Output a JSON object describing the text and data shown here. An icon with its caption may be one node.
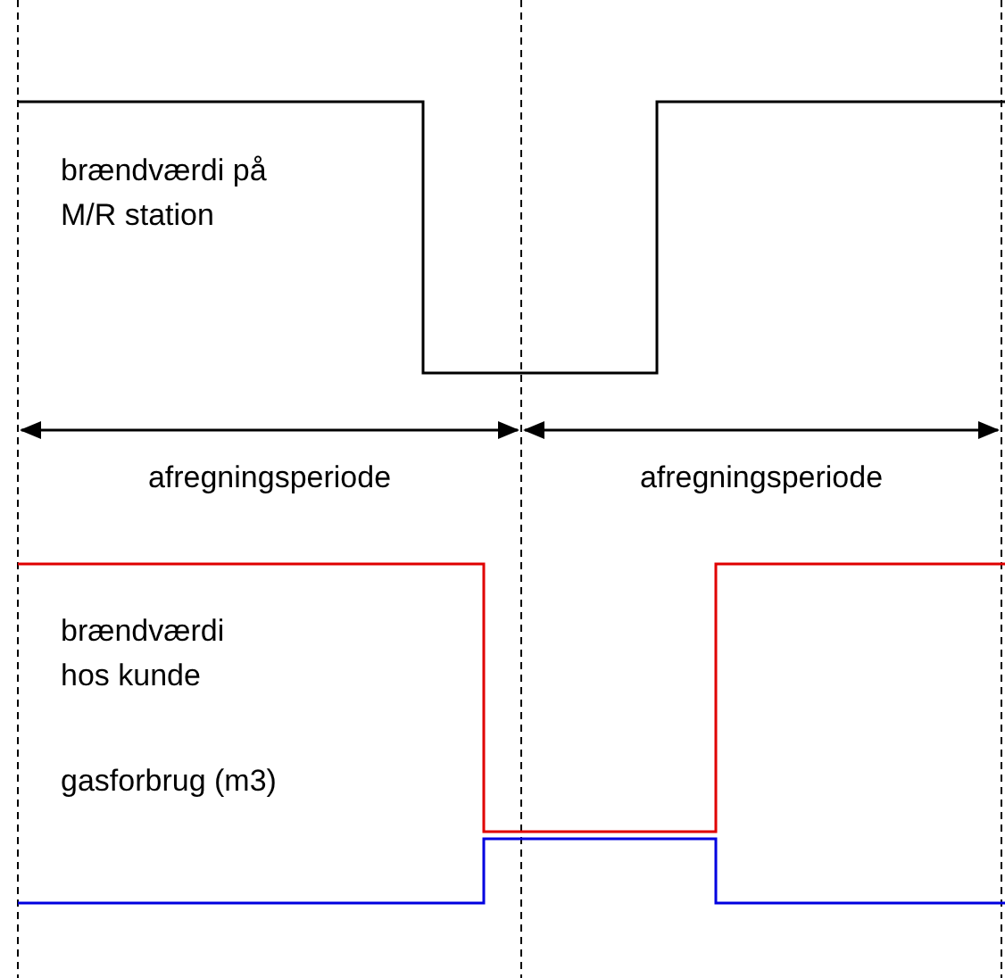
{
  "diagram": {
    "labels": [
      "brændværdi på M/R station",
      "afregningsperiode",
      "afregningsperiode",
      "brændværdi hos kunde",
      "gasforbrug (m3)"
    ]
  }
}
